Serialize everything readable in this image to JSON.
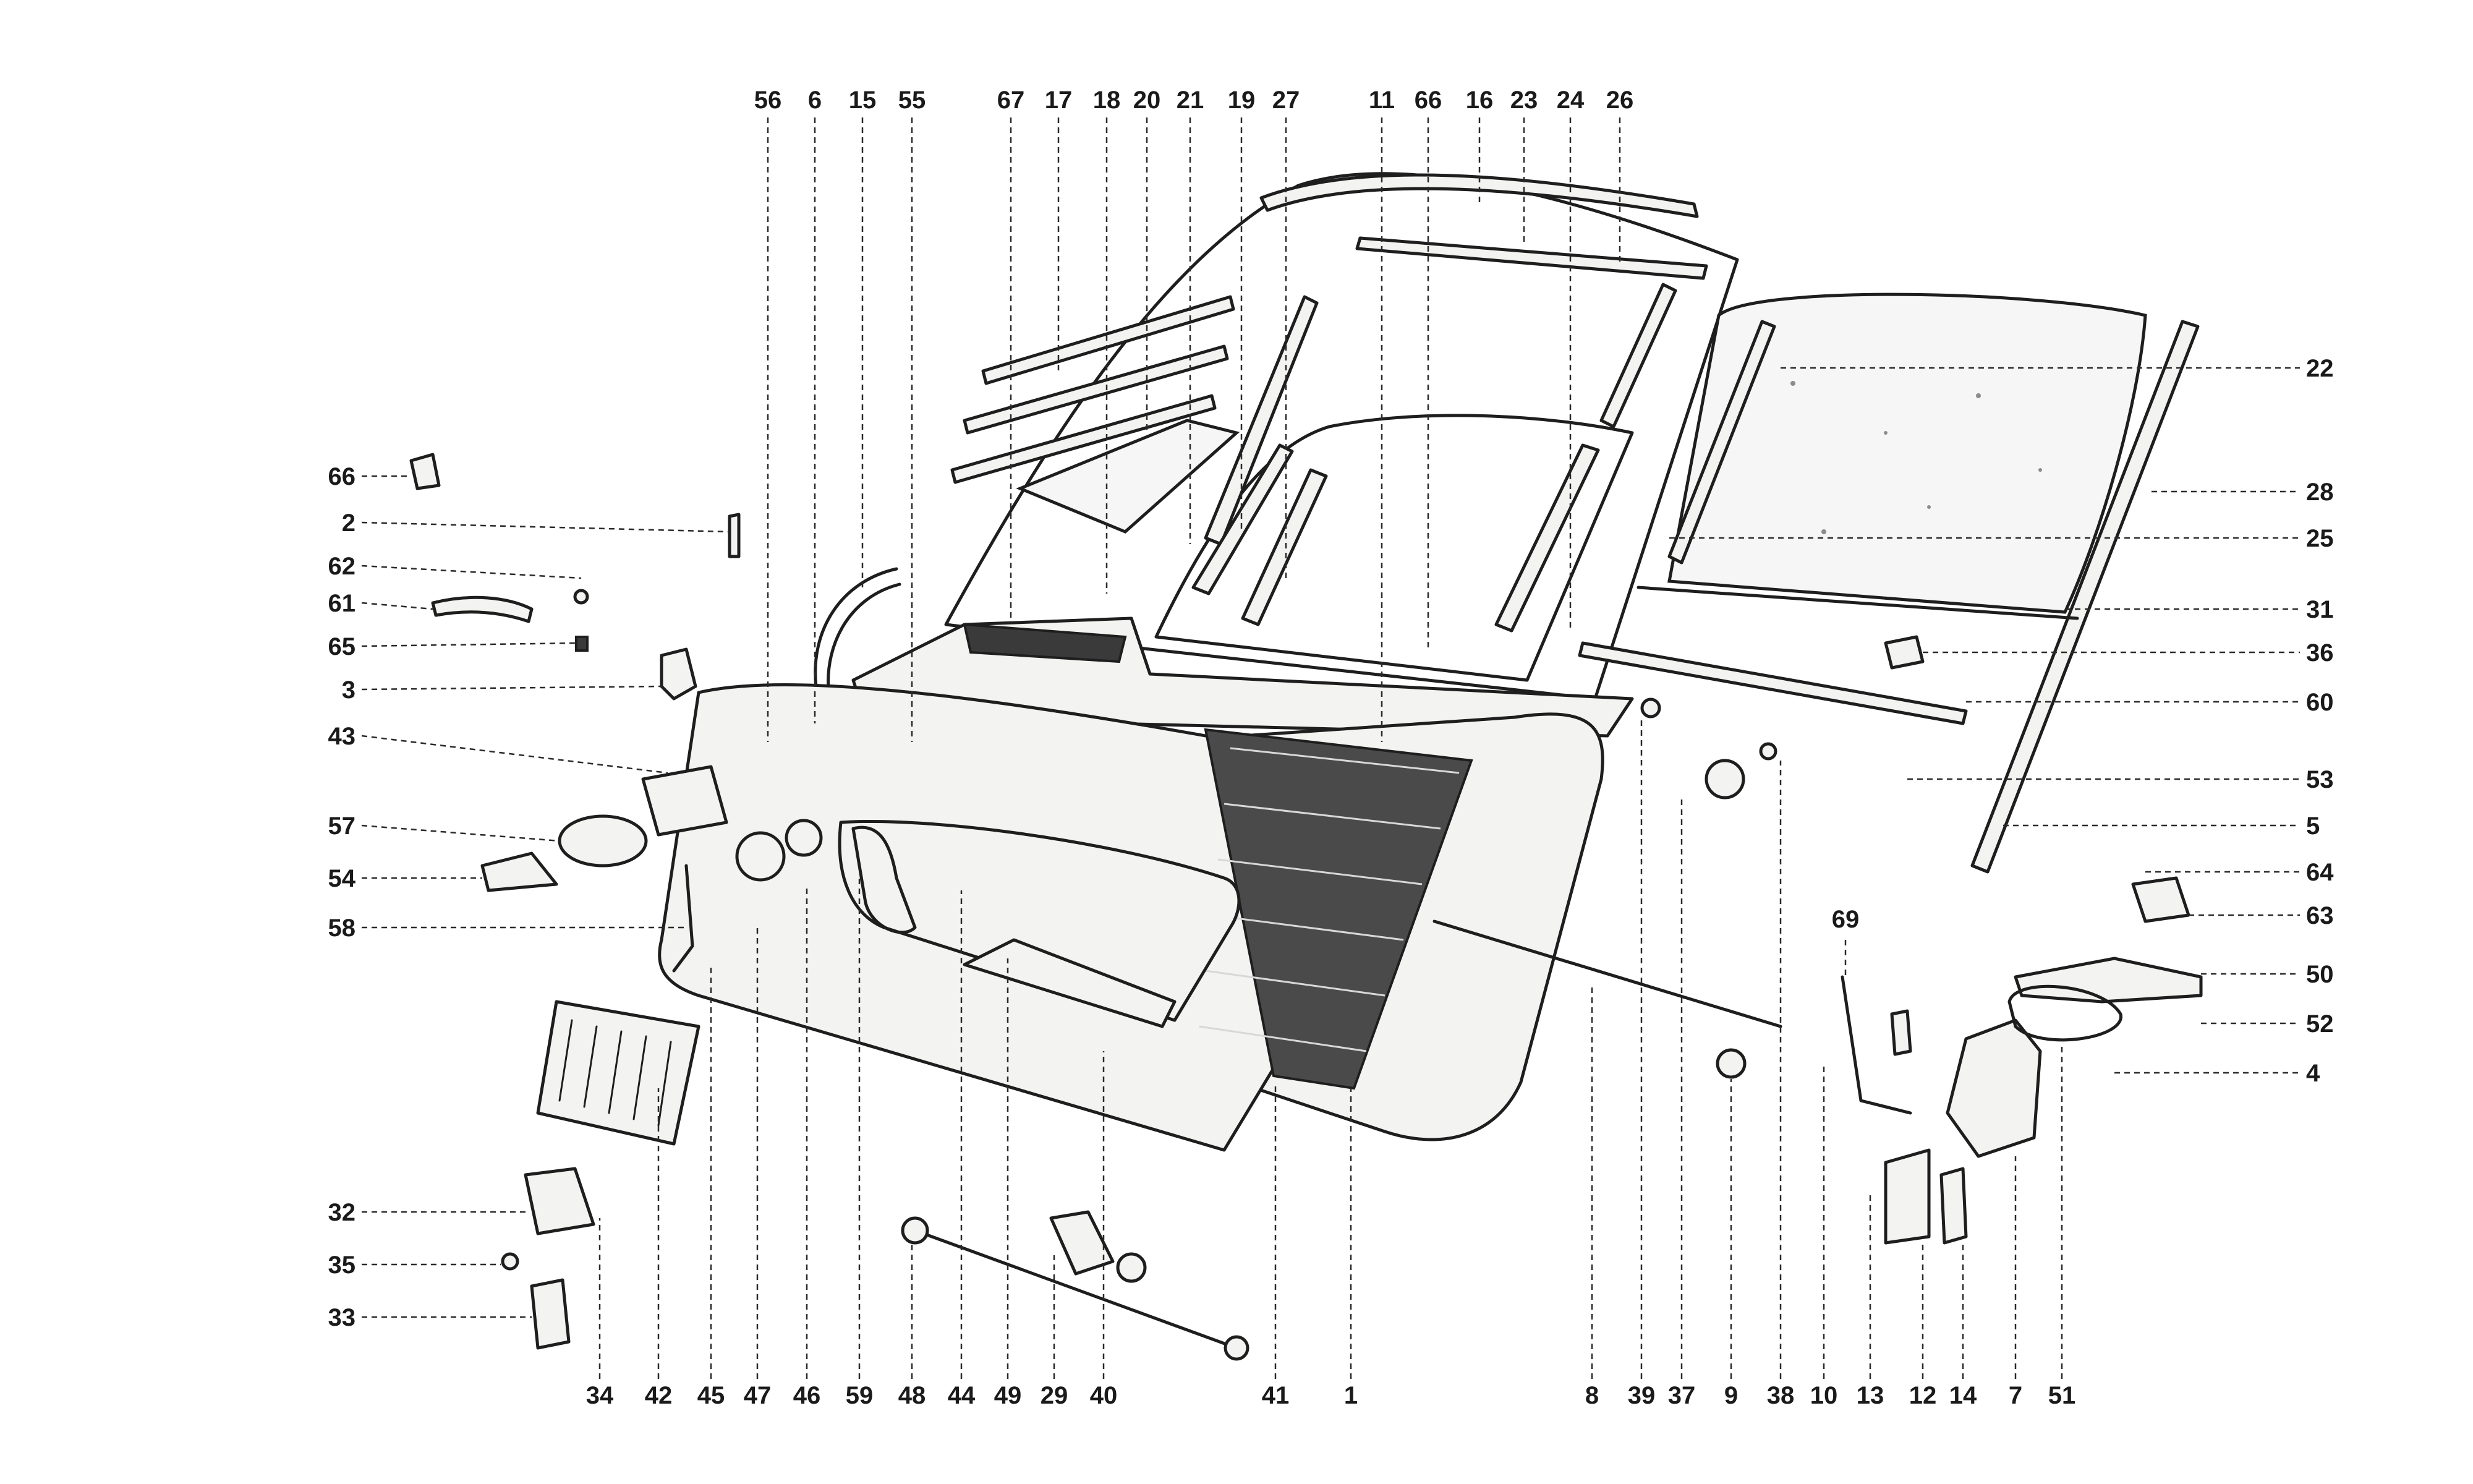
{
  "diagram": {
    "top_callouts": [
      "56",
      "6",
      "15",
      "55",
      "67",
      "17",
      "18",
      "20",
      "21",
      "19",
      "27",
      "11",
      "66",
      "16",
      "23",
      "24",
      "26"
    ],
    "left_callouts": [
      "66",
      "2",
      "62",
      "61",
      "65",
      "3",
      "43",
      "57",
      "54",
      "58",
      "32",
      "35",
      "33"
    ],
    "right_callouts": [
      "22",
      "28",
      "25",
      "31",
      "36",
      "60",
      "53",
      "5",
      "64",
      "63",
      "50",
      "52",
      "4"
    ],
    "bottom_callouts": [
      "34",
      "42",
      "45",
      "47",
      "46",
      "59",
      "48",
      "44",
      "49",
      "29",
      "40",
      "41",
      "1",
      "8",
      "39",
      "37",
      "9",
      "38",
      "10",
      "13",
      "12",
      "14",
      "7",
      "51"
    ],
    "inner_callouts": [
      "69"
    ]
  }
}
